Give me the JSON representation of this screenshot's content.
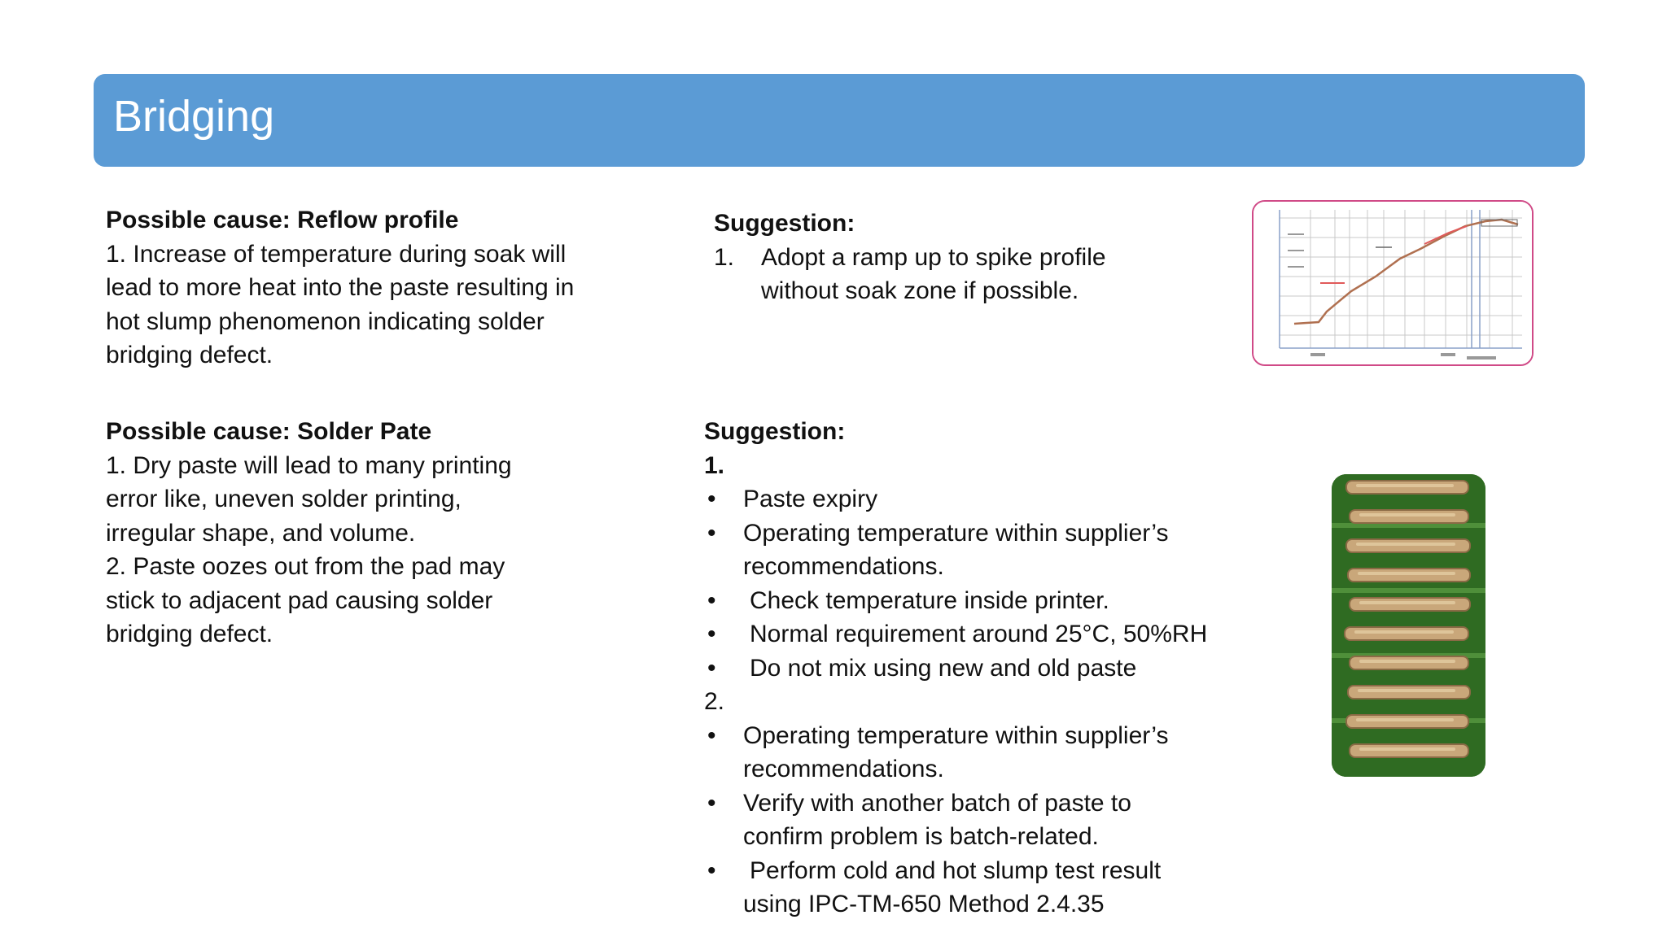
{
  "title": "Bridging",
  "cause1": {
    "heading": "Possible cause: Reflow profile",
    "lines": [
      "1. Increase of temperature during soak will",
      "lead to more heat into the paste resulting in",
      "hot slump phenomenon indicating solder",
      "bridging defect."
    ]
  },
  "suggestion1": {
    "heading": "Suggestion:",
    "item_number": "1.",
    "lines": [
      "Adopt a ramp up to spike profile",
      "without soak zone if possible."
    ]
  },
  "cause2": {
    "heading": "Possible cause: Solder Pate",
    "lines": [
      "1. Dry paste will lead to many printing",
      "error like, uneven solder printing,",
      "irregular shape, and volume.",
      "2. Paste oozes out from the pad may",
      "stick to adjacent pad causing solder",
      "bridging defect."
    ]
  },
  "suggestion2": {
    "heading": "Suggestion:",
    "num1": "1.",
    "list1": [
      [
        "Paste expiry"
      ],
      [
        "Operating temperature within supplier’s",
        "recommendations."
      ],
      [
        "Check temperature inside printer."
      ],
      [
        "Normal requirement around 25°C, 50%RH"
      ],
      [
        "Do not mix using new and old paste"
      ]
    ],
    "num2": "2.",
    "list2": [
      [
        "Operating temperature within supplier’s",
        "recommendations."
      ],
      [
        "Verify with another batch of paste to",
        "confirm problem is batch-related."
      ],
      [
        "Perform cold and hot slump test result",
        "using IPC-TM-650 Method 2.4.35"
      ]
    ],
    "bullet": "•"
  },
  "colors": {
    "title_bar": "#5b9bd5",
    "chart_border": "#d04a87",
    "pcb_green": "#2f6b22",
    "solder": "#c9a77a"
  },
  "images": [
    "reflow-profile-chart",
    "solder-bridging-pcb-photo"
  ]
}
